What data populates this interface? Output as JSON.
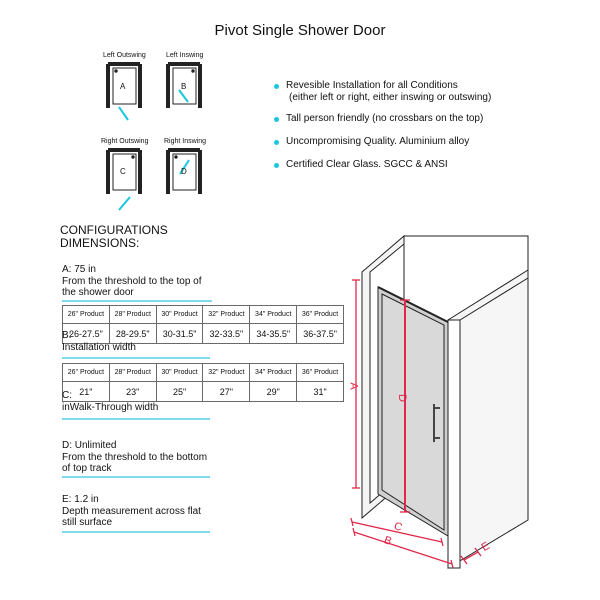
{
  "title": "Pivot Single Shower Door",
  "door_types": [
    {
      "name": "Left Outswing",
      "letter": "A"
    },
    {
      "name": "Left Inswing",
      "letter": "B"
    },
    {
      "name": "Right Outswing",
      "letter": "C"
    },
    {
      "name": "Right Inswing",
      "letter": "D"
    }
  ],
  "features": [
    {
      "line1": "Revesible Installation for all Conditions",
      "line2": "(either left or right, either inswing or outswing)"
    },
    {
      "line1": "Tall person friendly (no crossbars on the top)"
    },
    {
      "line1": "Uncompromising Quality. Aluminium alloy"
    },
    {
      "line1": "Certified Clear Glass. SGCC & ANSI"
    }
  ],
  "config": {
    "heading1": "CONFIGURATIONS",
    "heading2": "DIMENSIONS:"
  },
  "spec_a": {
    "line1": "A: 75 in",
    "line2": "From the threshold to the top of",
    "line3": "the shower door"
  },
  "table_b": {
    "tag": "B:",
    "caption": "Installation width",
    "headers": [
      "26\" Product",
      "28\" Product",
      "30\" Product",
      "32\" Product",
      "34\" Product",
      "36\" Product"
    ],
    "values": [
      "26-27.5\"",
      "28-29.5\"",
      "30-31.5\"",
      "32-33.5\"",
      "34-35.5\"",
      "36-37.5\""
    ]
  },
  "table_c": {
    "tag": "C:",
    "caption": "inWalk-Through width",
    "headers": [
      "26\" Product",
      "28\" Product",
      "30\" Product",
      "32\" Product",
      "34\" Product",
      "36\" Product"
    ],
    "values": [
      "21\"",
      "23\"",
      "25\"",
      "27\"",
      "29\"",
      "31\""
    ]
  },
  "spec_d": {
    "line1": "D: Unlimited",
    "line2": "From the threshold to the bottom",
    "line3": "of top track"
  },
  "spec_e": {
    "line1": "E: 1.2 in",
    "line2": "Depth measurement across flat",
    "line3": "still surface"
  },
  "drawing_labels": {
    "a": "A",
    "b": "B",
    "c": "C",
    "d": "D",
    "e": "E"
  },
  "colors": {
    "accent_cyan": "#19c6dd",
    "dimension_red": "#e0294a",
    "glass_gray": "#cfcfcf"
  }
}
